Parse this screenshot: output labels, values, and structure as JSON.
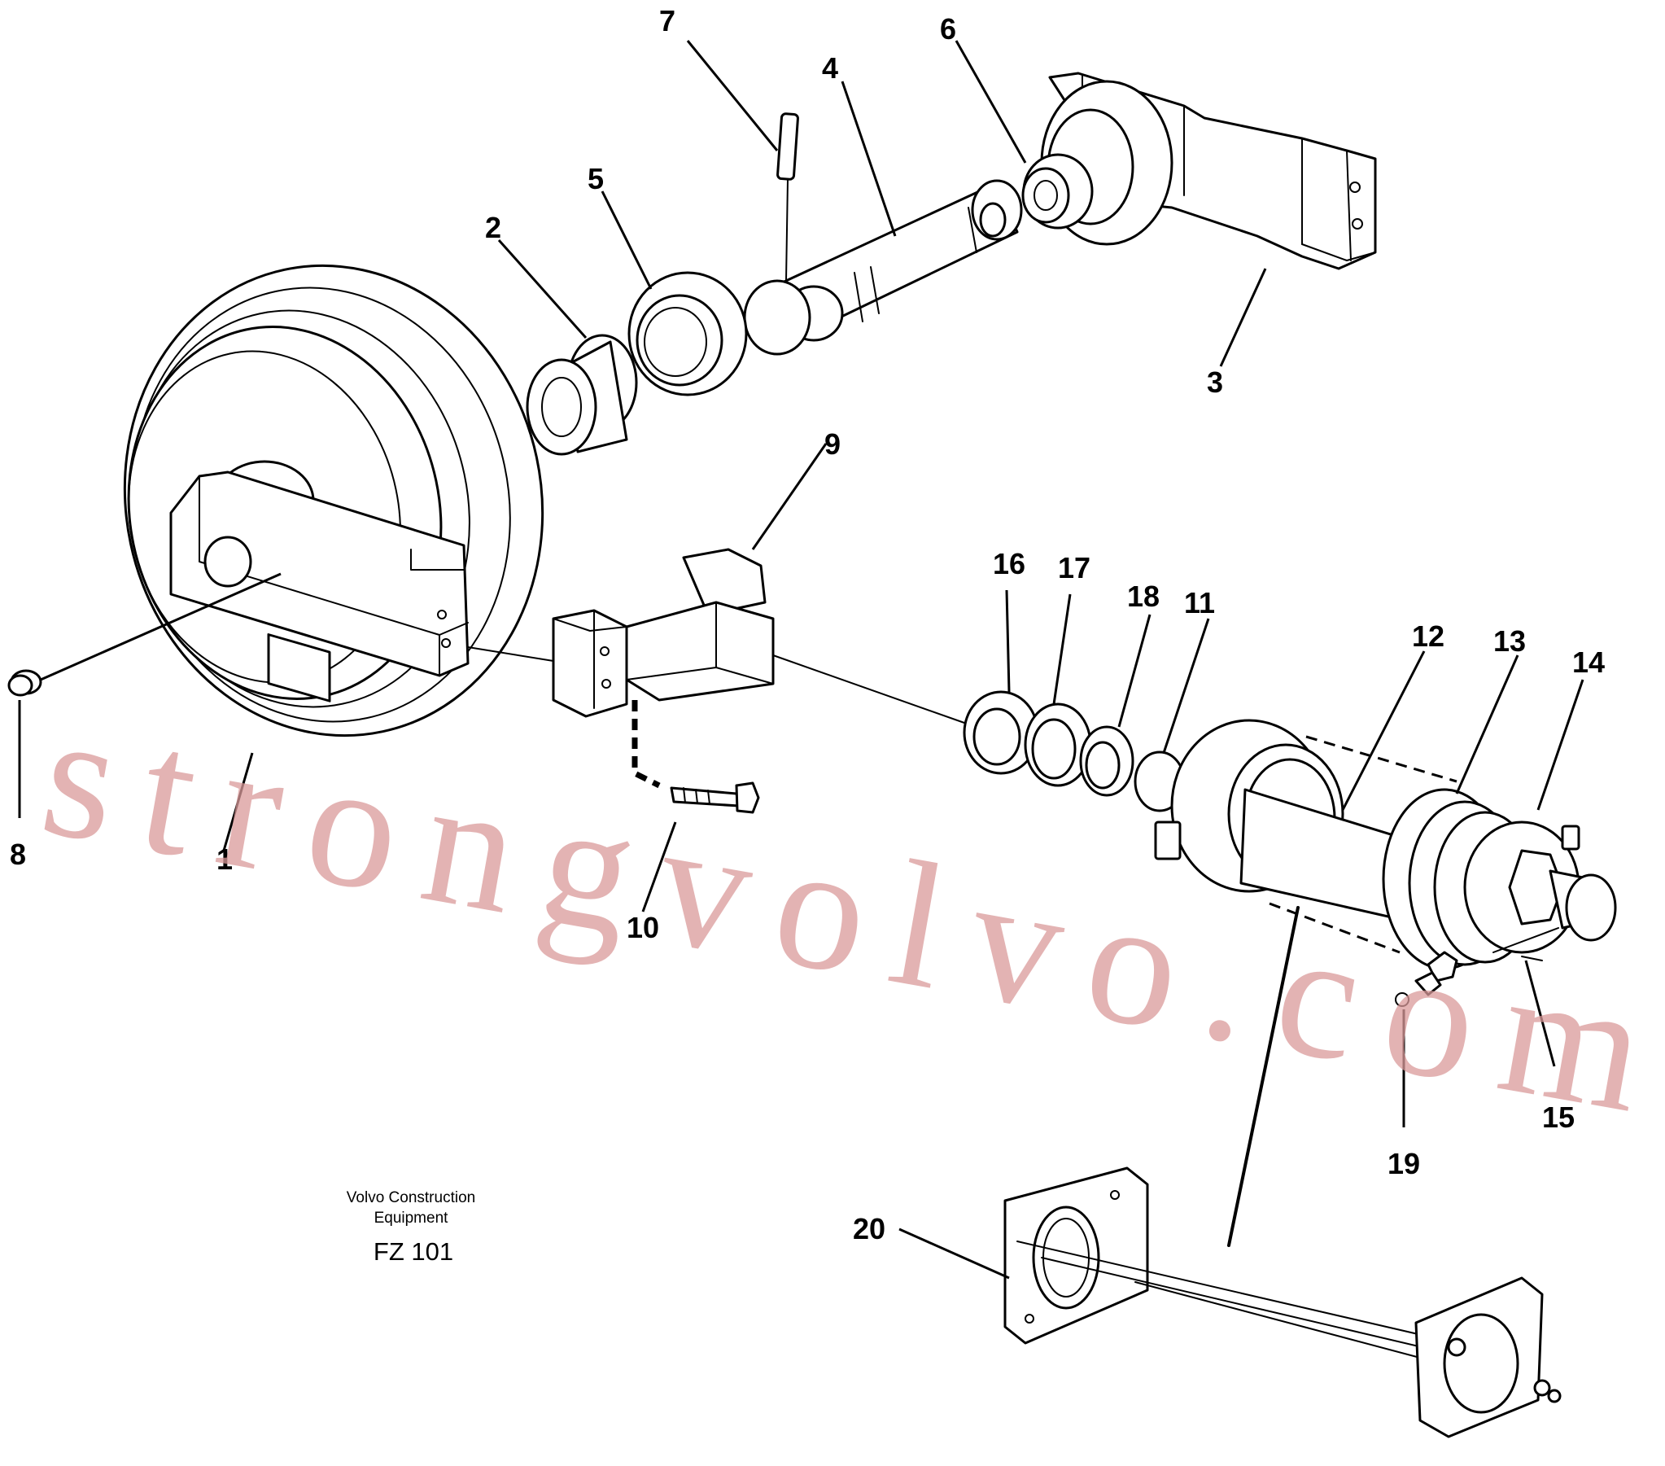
{
  "callouts": [
    "1",
    "2",
    "3",
    "4",
    "5",
    "6",
    "7",
    "8",
    "9",
    "10",
    "11",
    "12",
    "13",
    "14",
    "15",
    "16",
    "17",
    "18",
    "19",
    "20"
  ],
  "caption": {
    "line1": "Volvo Construction",
    "line2": "Equipment",
    "code": "FZ 101"
  },
  "watermark": "strongvolvo.com",
  "colors": {
    "line": "#000000",
    "watermark": "#d99a9a",
    "background": "#ffffff"
  }
}
